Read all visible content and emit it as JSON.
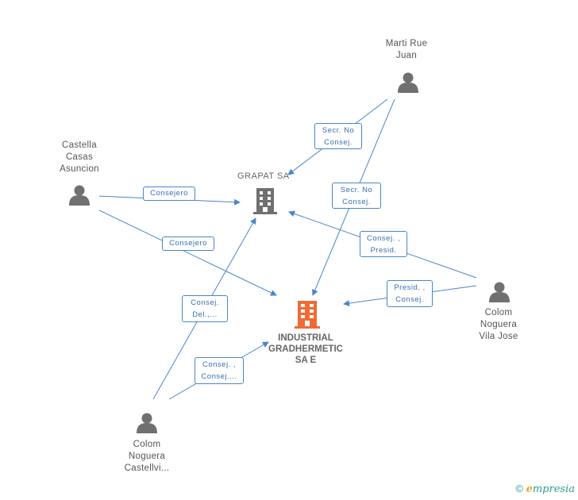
{
  "nodes": {
    "marti": {
      "lines": [
        "Marti Rue",
        "Juan"
      ]
    },
    "castella": {
      "lines": [
        "Castella",
        "Casas",
        "Asuncion"
      ]
    },
    "grapat": {
      "label": "GRAPAT SA"
    },
    "industrial": {
      "lines": [
        "INDUSTRIAL",
        "GRADHERMETIC",
        "SA E"
      ]
    },
    "colom_jose": {
      "lines": [
        "Colom",
        "Noguera",
        "Vila Jose"
      ]
    },
    "colom_castellvi": {
      "lines": [
        "Colom",
        "Noguera",
        "Castellvi..."
      ]
    }
  },
  "edges": {
    "marti_grapat": [
      "Secr. No",
      "Consej."
    ],
    "marti_industrial": [
      "Secr. No",
      "Consej."
    ],
    "castella_grapat": [
      "Consejero"
    ],
    "castella_industrial": [
      "Consejero"
    ],
    "jose_grapat": [
      "Consej. ,",
      "Presid."
    ],
    "jose_industrial": [
      "Presid. ,",
      "Consej."
    ],
    "castellvi_grapat": [
      "Consej.",
      "Del.,..."
    ],
    "castellvi_industrial": [
      "Consej. ,",
      "Consej...."
    ]
  },
  "footer": {
    "copyright": "©",
    "brand_first": "e",
    "brand_rest": "mpresia"
  },
  "colors": {
    "edge": "#4a86c8",
    "person_icon": "#707070",
    "company_icon": "#707070",
    "main_company_icon": "#f06a35"
  }
}
